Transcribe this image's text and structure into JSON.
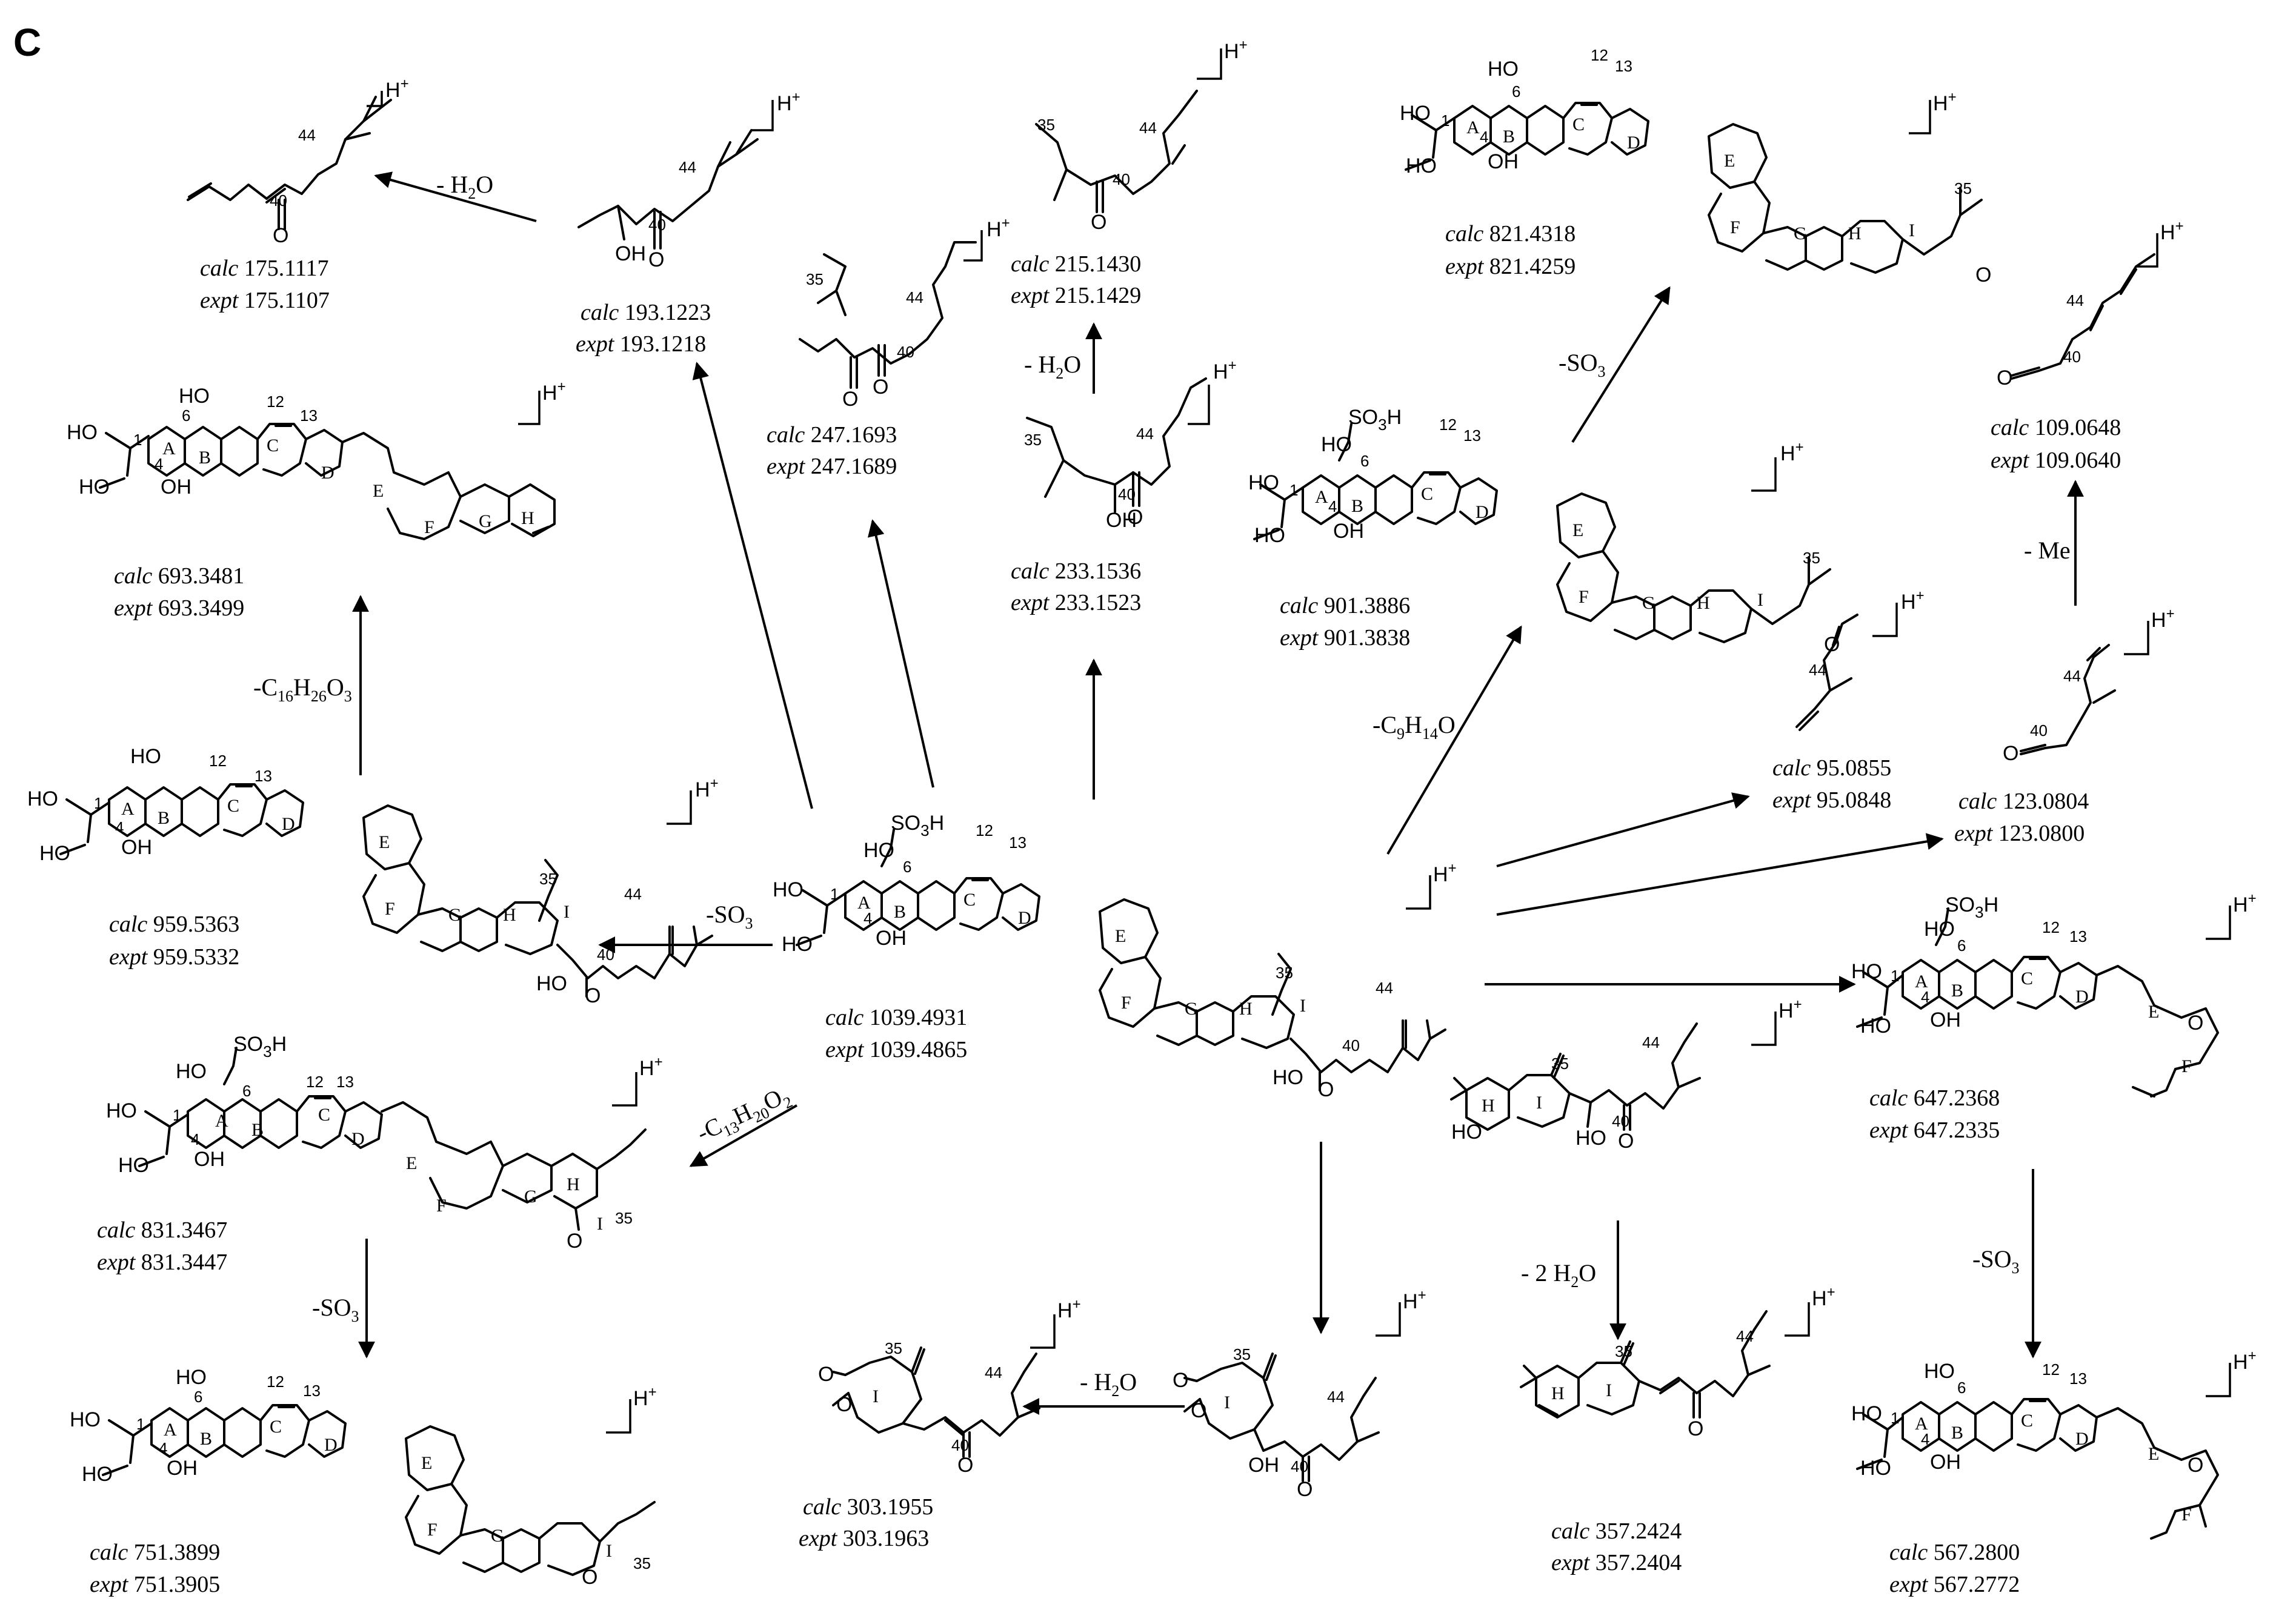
{
  "panel_label": "C",
  "charge_label": "H",
  "charge_sup": "+",
  "parent": {
    "calc_label": "calc",
    "calc": "1039.4931",
    "expt_label": "expt",
    "expt": "1039.4865"
  },
  "fragments": [
    {
      "id": "f175",
      "calc": "175.1117",
      "expt": "175.1107"
    },
    {
      "id": "f193",
      "calc": "193.1223",
      "expt": "193.1218"
    },
    {
      "id": "f247",
      "calc": "247.1693",
      "expt": "247.1689"
    },
    {
      "id": "f215",
      "calc": "215.1430",
      "expt": "215.1429"
    },
    {
      "id": "f233",
      "calc": "233.1536",
      "expt": "233.1523"
    },
    {
      "id": "f821",
      "calc": "821.4318",
      "expt": "821.4259"
    },
    {
      "id": "f901",
      "calc": "901.3886",
      "expt": "901.3838"
    },
    {
      "id": "f109",
      "calc": "109.0648",
      "expt": "109.0640"
    },
    {
      "id": "f95",
      "calc": "95.0855",
      "expt": "95.0848"
    },
    {
      "id": "f123",
      "calc": "123.0804",
      "expt": "123.0800"
    },
    {
      "id": "f693",
      "calc": "693.3481",
      "expt": "693.3499"
    },
    {
      "id": "f959",
      "calc": "959.5363",
      "expt": "959.5332"
    },
    {
      "id": "f831",
      "calc": "831.3467",
      "expt": "831.3447"
    },
    {
      "id": "f751",
      "calc": "751.3899",
      "expt": "751.3905"
    },
    {
      "id": "f303",
      "calc": "303.1955",
      "expt": "303.1963"
    },
    {
      "id": "f357",
      "calc": "357.2424",
      "expt": "357.2404"
    },
    {
      "id": "f647",
      "calc": "647.2368",
      "expt": "647.2335"
    },
    {
      "id": "f567",
      "calc": "567.2800",
      "expt": "567.2772"
    }
  ],
  "losses": {
    "h2o_top": "- H",
    "h2o_top_sub": "2",
    "h2o_top_tail": "O",
    "h2o_mid": "- H",
    "h2o_mid_sub": "2",
    "h2o_mid_tail": "O",
    "so3_top": "-SO",
    "so3_top_sub": "3",
    "c9": "-C",
    "c9_sub1": "9",
    "c9_mid": "H",
    "c9_sub2": "14",
    "c9_tail": "O",
    "me": "- Me",
    "c16": "-C",
    "c16_sub1": "16",
    "c16_mid": "H",
    "c16_sub2": "26",
    "c16_mid2": "O",
    "c16_sub3": "3",
    "so3_left": "-SO",
    "so3_left_sub": "3",
    "c13": "-C",
    "c13_sub1": "13",
    "c13_mid": "H",
    "c13_sub2": "20",
    "c13_mid2": "O",
    "c13_sub3": "2",
    "so3_bl": "-SO",
    "so3_bl_sub": "3",
    "h2o_bottom": "- H",
    "h2o_bottom_sub": "2",
    "h2o_bottom_tail": "O",
    "two_h2o": "- 2 H",
    "two_h2o_sub": "2",
    "two_h2o_tail": "O",
    "so3_br": "-SO",
    "so3_br_sub": "3"
  },
  "atoms": {
    "ho": "HO",
    "oh": "OH",
    "o": "O",
    "h": "H",
    "so3h": "SO",
    "so3h_sub": "3",
    "so3h_tail": "H"
  },
  "positions_numbers": {
    "n1": "1",
    "n4": "4",
    "n6": "6",
    "n12": "12",
    "n13": "13",
    "n35": "35",
    "n40": "40",
    "n44": "44"
  },
  "rings": {
    "A": "A",
    "B": "B",
    "C": "C",
    "D": "D",
    "E": "E",
    "F": "F",
    "G": "G",
    "H": "H",
    "I": "I"
  }
}
